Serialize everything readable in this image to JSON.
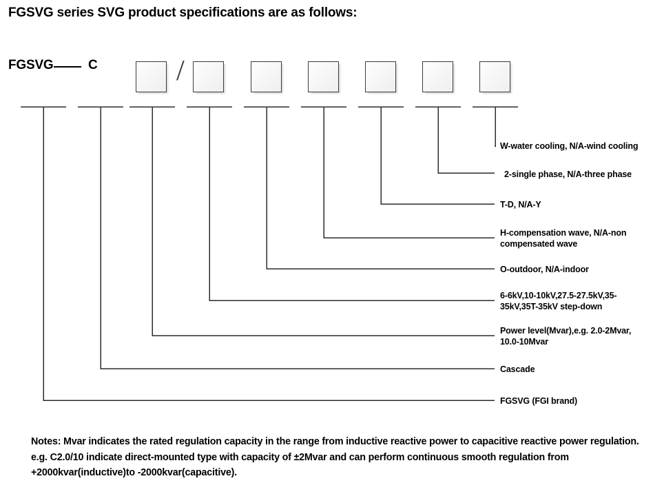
{
  "title": "FGSVG series SVG product specifications are as follows:",
  "code_row": {
    "brand_text": "FGSVG",
    "cascade_text": "C",
    "separator": "/",
    "boxes": [
      {
        "name": "power-level-box",
        "value": ""
      },
      {
        "name": "voltage-box",
        "value": ""
      },
      {
        "name": "outdoor-box",
        "value": ""
      },
      {
        "name": "compensation-wave-box",
        "value": ""
      },
      {
        "name": "connection-box",
        "value": ""
      },
      {
        "name": "phase-box",
        "value": ""
      },
      {
        "name": "cooling-box",
        "value": ""
      }
    ]
  },
  "leaders": [
    {
      "key": "cooling",
      "label": "W-water cooling, N/A-wind cooling"
    },
    {
      "key": "phase",
      "label": "2-single phase, N/A-three phase"
    },
    {
      "key": "connection",
      "label": "T-D, N/A-Y"
    },
    {
      "key": "compensation-wave",
      "label": "H-compensation wave, N/A-non\ncompensated wave"
    },
    {
      "key": "outdoor",
      "label": "O-outdoor, N/A-indoor"
    },
    {
      "key": "voltage",
      "label": "6-6kV,10-10kV,27.5-27.5kV,35-\n35kV,35T-35kV step-down"
    },
    {
      "key": "power-level",
      "label": "Power level(Mvar),e.g. 2.0-2Mvar,\n10.0-10Mvar"
    },
    {
      "key": "cascade",
      "label": "Cascade"
    },
    {
      "key": "brand",
      "label": "FGSVG (FGI brand)"
    }
  ],
  "notes": "Notes: Mvar indicates the rated regulation capacity in the range from inductive reactive power to capacitive reactive power regulation. e.g. C2.0/10 indicate direct-mounted type with capacity of ±2Mvar and can perform continuous smooth regulation from +2000kvar(inductive)to -2000kvar(capacitive).",
  "colors": {
    "line": "#2b2b2b",
    "box_border": "#3b3b3b",
    "text": "#000000",
    "background": "#ffffff"
  }
}
